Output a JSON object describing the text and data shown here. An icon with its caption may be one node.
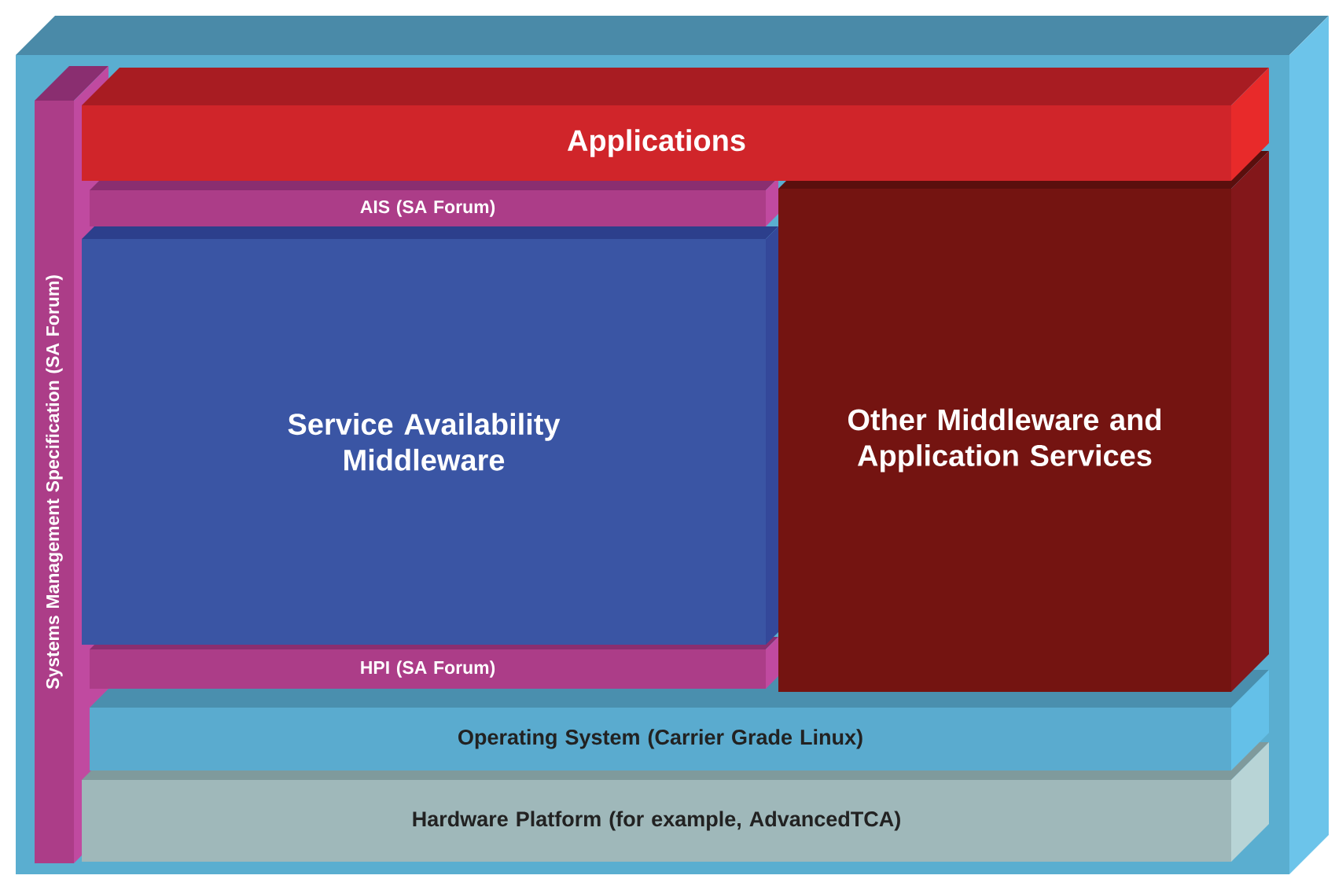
{
  "diagram": {
    "nodes": [
      {
        "text": [],
        "shape": "box"
      },
      {
        "text": [
          "Applications"
        ],
        "in": 0
      },
      {
        "text": [
          "AIS (SA Forum)"
        ],
        "in": 0
      },
      {
        "text": [
          "Service Availability Middleware"
        ],
        "in": 0
      },
      {
        "text": [
          "Other Middleware and Application Services"
        ],
        "in": 0
      },
      {
        "text": [
          "HPI (SA Forum)"
        ],
        "in": 0
      },
      {
        "text": [
          "Operating System (Carrier Grade Linux)"
        ],
        "in": 0
      },
      {
        "text": [
          "Hardware Platform (for example, AdvancedTCA)"
        ],
        "in": 0
      },
      {
        "text": [
          "Systems Management Specification (SA Forum)"
        ],
        "in": 0
      }
    ]
  }
}
